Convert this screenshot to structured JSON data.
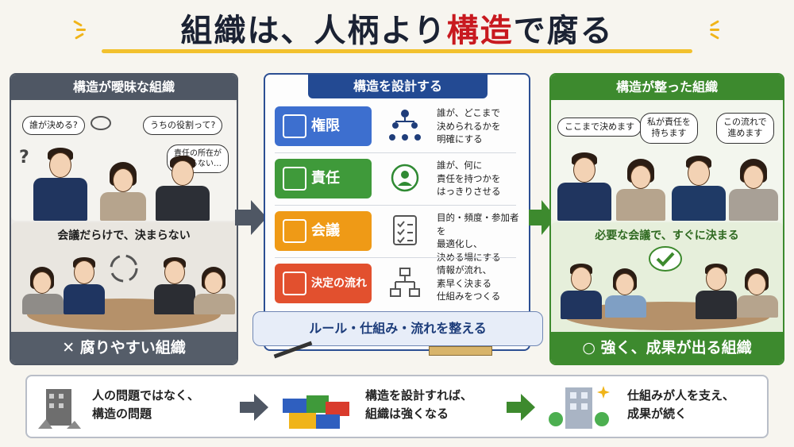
{
  "title": {
    "pre": "組織は、人柄より",
    "highlight": "構造",
    "post": "で腐る"
  },
  "left_panel": {
    "header": "構造が曖昧な組織",
    "bubbles": [
      "誰が決める?",
      "うちの役割って?",
      "責任の所在が\n分からない…"
    ],
    "mid_label": "会議だらけで、決まらない",
    "caption": "✕ 腐りやすい組織"
  },
  "center_panel": {
    "header": "構造を設計する",
    "rows": [
      {
        "label": "権限",
        "desc": "誰が、どこまで\n決められるかを\n明確にする",
        "color": "#3d6fcf"
      },
      {
        "label": "責任",
        "desc": "誰が、何に\n責任を持つかを\nはっきりさせる",
        "color": "#3f9a3a"
      },
      {
        "label": "会議",
        "desc": "目的・頻度・参加者を\n最適化し、\n決める場にする",
        "color": "#ef9a16"
      },
      {
        "label": "決定の流れ",
        "desc": "情報が流れ、\n素早く決まる\n仕組みをつくる",
        "color": "#e2502e"
      }
    ],
    "band": "ルール・仕組み・流れを整える"
  },
  "right_panel": {
    "header": "構造が整った組織",
    "bubbles": [
      "ここまで決めます",
      "私が責任を\n持ちます",
      "この流れで\n進めます"
    ],
    "mid_label": "必要な会議で、すぐに決まる",
    "caption": "○ 強く、成果が出る組織"
  },
  "bottom": {
    "items": [
      "人の問題ではなく、\n構造の問題",
      "構造を設計すれば、\n組織は強くなる",
      "仕組みが人を支え、\n成果が続く"
    ]
  },
  "colors": {
    "accent_red": "#c8191f",
    "navy": "#234a93",
    "green": "#3d8a2e",
    "gray": "#4f5764"
  }
}
